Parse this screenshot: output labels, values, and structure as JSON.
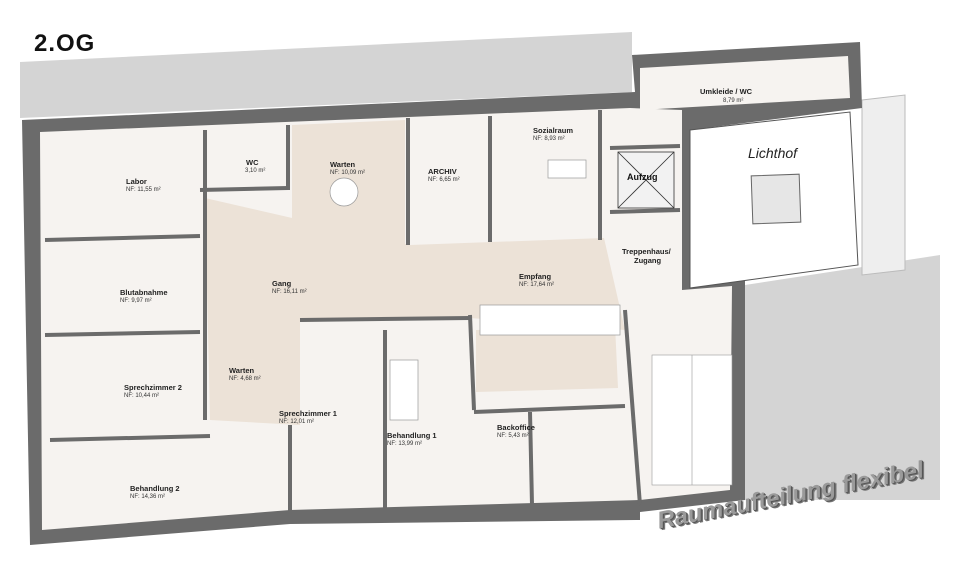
{
  "floor_title": "2.OG",
  "slogan": "Raumaufteilung flexibel",
  "rooms": {
    "labor": {
      "name": "Labor",
      "area": "NF: 11,55 m²"
    },
    "wc": {
      "name": "WC",
      "area": "3,10 m²"
    },
    "warten1": {
      "name": "Warten",
      "area": "NF: 10,09 m²"
    },
    "archiv": {
      "name": "ARCHIV",
      "area": "NF: 6,65 m²"
    },
    "sozialraum": {
      "name": "Sozialraum",
      "area": "NF:    8,93 m²"
    },
    "umkleide": {
      "name": "Umkleide / WC",
      "area": "8,79 m²"
    },
    "lichthof": {
      "name": "Lichthof"
    },
    "aufzug": {
      "name": "Aufzug"
    },
    "treppenhaus": {
      "name": "Treppenhaus/",
      "name2": "Zugang"
    },
    "gang": {
      "name": "Gang",
      "area": "NF: 16,11 m²"
    },
    "empfang": {
      "name": "Empfang",
      "area": "NF: 17,64 m²"
    },
    "blutabnahme": {
      "name": "Blutabnahme",
      "area": "NF:          9,97 m²"
    },
    "warten2": {
      "name": "Warten",
      "area": "NF: 4,68 m²"
    },
    "sprechzimmer2": {
      "name": "Sprechzimmer 2",
      "area": "NF:           10,44 m²"
    },
    "sprechzimmer1": {
      "name": "Sprechzimmer 1",
      "area": "NF:           12,01 m²"
    },
    "behandlung1": {
      "name": "Behandlung 1",
      "area": "NF:           13,99 m²"
    },
    "backoffice": {
      "name": "Backoffice",
      "area": "NF:   5,43 m²"
    },
    "behandlung2": {
      "name": "Behandlung 2",
      "area": "NF:          14,36 m²"
    }
  },
  "colors": {
    "wall": "#6b6b6b",
    "room": "#f6f3f0",
    "circulation": "#ece2d7",
    "neighbor": "#d4d4d4"
  }
}
